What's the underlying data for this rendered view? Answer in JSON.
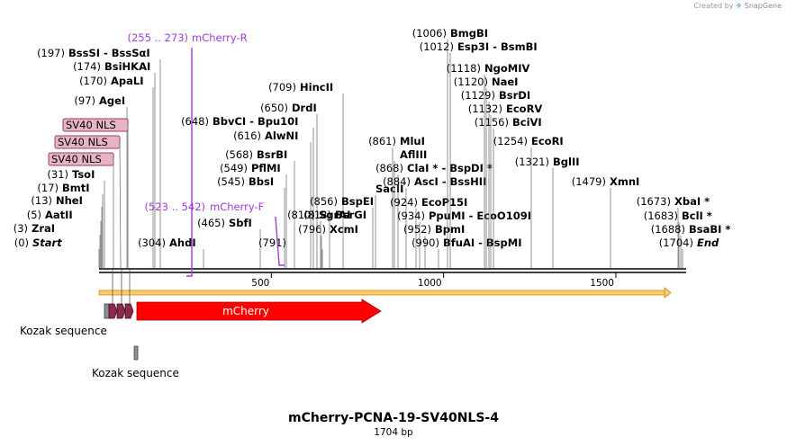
{
  "credit": {
    "created_by": "Created by",
    "brand": "SnapGene"
  },
  "plasmid": {
    "name": "mCherry-PCNA-19-SV40NLS-4",
    "length_label": "1704 bp",
    "length": 1704
  },
  "colors": {
    "primer": "#a03bd6",
    "mcherry": "#ff0000",
    "nls_fill": "#e6b4c6",
    "nls_border": "#9c3d5f",
    "kozak": "#8a8f9a",
    "orf_arrow": "#ffcc66",
    "nls_feature": "#8b2a4d"
  },
  "sites": [
    {
      "name": "Start",
      "pos": "(0)",
      "italic": true
    },
    {
      "name": "ZraI",
      "pos": "(3)"
    },
    {
      "name": "AatII",
      "pos": "(5)"
    },
    {
      "name": "NheI",
      "pos": "(13)"
    },
    {
      "name": "BmtI",
      "pos": "(17)"
    },
    {
      "name": "TsoI",
      "pos": "(31)"
    },
    {
      "name": "AgeI",
      "pos": "(97)"
    },
    {
      "name": "ApaLI",
      "pos": "(170)"
    },
    {
      "name": "BsiHKAI",
      "pos": "(174)"
    },
    {
      "name": "BssSI  -  BssSαI",
      "pos": "(197)"
    },
    {
      "name": "AhdI",
      "pos": "(304)"
    },
    {
      "name": "SbfI",
      "pos": "(465)"
    },
    {
      "name": "BbsI",
      "pos": "(545)"
    },
    {
      "name": "PflMI",
      "pos": "(549)"
    },
    {
      "name": "BsrBI",
      "pos": "(568)"
    },
    {
      "name": "AlwNI",
      "pos": "(616)"
    },
    {
      "name": "BbvCI  -  Bpu10I",
      "pos": "(648)"
    },
    {
      "name": "DrdI",
      "pos": "(650)"
    },
    {
      "name": "HincII",
      "pos": "(709)"
    },
    {
      "name": "",
      "pos": "(791)"
    },
    {
      "name": "XcmI",
      "pos": "(796)"
    },
    {
      "name": "SgrAI",
      "pos": "(810)"
    },
    {
      "name": "BsrGI",
      "pos": "(818)"
    },
    {
      "name": "BspEI",
      "pos": "(856)"
    },
    {
      "name": "SacII",
      "pos": ""
    },
    {
      "name": "MluI",
      "pos": "(861)"
    },
    {
      "name": "AflIII",
      "pos": ""
    },
    {
      "name": "ClaI *  -  BspDI *",
      "pos": "(868)"
    },
    {
      "name": "AscI  -  BssHII",
      "pos": "(884)"
    },
    {
      "name": "EcoP15I",
      "pos": "(924)"
    },
    {
      "name": "PpuMI  -  EcoO109I",
      "pos": "(934)"
    },
    {
      "name": "BpmI",
      "pos": "(952)"
    },
    {
      "name": "BfuAI  -  BspMI",
      "pos": "(990)"
    },
    {
      "name": "BmgBI",
      "pos": "(1006)"
    },
    {
      "name": "Esp3I  -  BsmBI",
      "pos": "(1012)"
    },
    {
      "name": "NgoMIV",
      "pos": "(1118)"
    },
    {
      "name": "NaeI",
      "pos": "(1120)"
    },
    {
      "name": "BsrDI",
      "pos": "(1129)"
    },
    {
      "name": "EcoRV",
      "pos": "(1132)"
    },
    {
      "name": "BciVI",
      "pos": "(1156)"
    },
    {
      "name": "EcoRI",
      "pos": "(1254)"
    },
    {
      "name": "BglII",
      "pos": "(1321)"
    },
    {
      "name": "XmnI",
      "pos": "(1479)"
    },
    {
      "name": "XbaI *",
      "pos": "(1673)"
    },
    {
      "name": "BclI *",
      "pos": "(1683)"
    },
    {
      "name": "BsaBI *",
      "pos": "(1688)"
    },
    {
      "name": "End",
      "pos": "(1704)",
      "italic": true
    }
  ],
  "primers": [
    {
      "name": "mCherry-R",
      "range": "(255 .. 273)"
    },
    {
      "name": "mCherry-F",
      "range": "(523 .. 542)"
    }
  ],
  "features": [
    {
      "name": "SV40 NLS"
    },
    {
      "name": "SV40 NLS"
    },
    {
      "name": "SV40 NLS"
    },
    {
      "name": "mCherry"
    },
    {
      "name": "Kozak sequence"
    },
    {
      "name": "Kozak sequence"
    }
  ],
  "ruler": {
    "ticks": [
      "500",
      "1000",
      "1500"
    ]
  }
}
